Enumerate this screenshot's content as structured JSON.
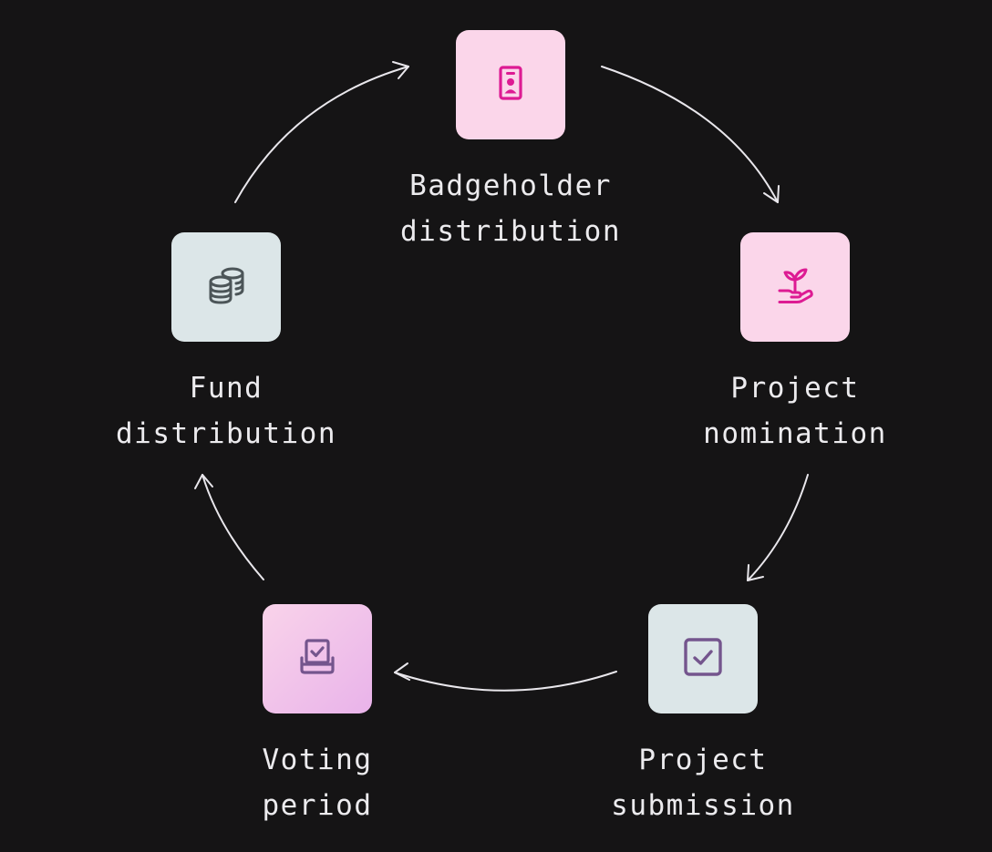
{
  "colors": {
    "background": "#151415",
    "text": "#ecebee",
    "arrow": "#e9e7ec",
    "pink_tile": "#fbd6ea",
    "pink_icon": "#dd1b93",
    "grey_tile": "#dce6e8",
    "grey_icon": "#4c5558",
    "lavender_icon": "#74558d",
    "gradient_tile_from": "#f9d3ea",
    "gradient_tile_to": "#e9b3ea"
  },
  "cycle": [
    {
      "id": "badgeholder",
      "icon": "badge-id-card-icon",
      "label_line1": "Badgeholder",
      "label_line2": "distribution"
    },
    {
      "id": "nomination",
      "icon": "hand-sprout-icon",
      "label_line1": "Project",
      "label_line2": "nomination"
    },
    {
      "id": "submission",
      "icon": "checkbox-icon",
      "label_line1": "Project",
      "label_line2": "submission"
    },
    {
      "id": "voting",
      "icon": "ballot-box-icon",
      "label_line1": "Voting",
      "label_line2": "period"
    },
    {
      "id": "fund",
      "icon": "coin-stack-icon",
      "label_line1": "Fund",
      "label_line2": "distribution"
    }
  ]
}
